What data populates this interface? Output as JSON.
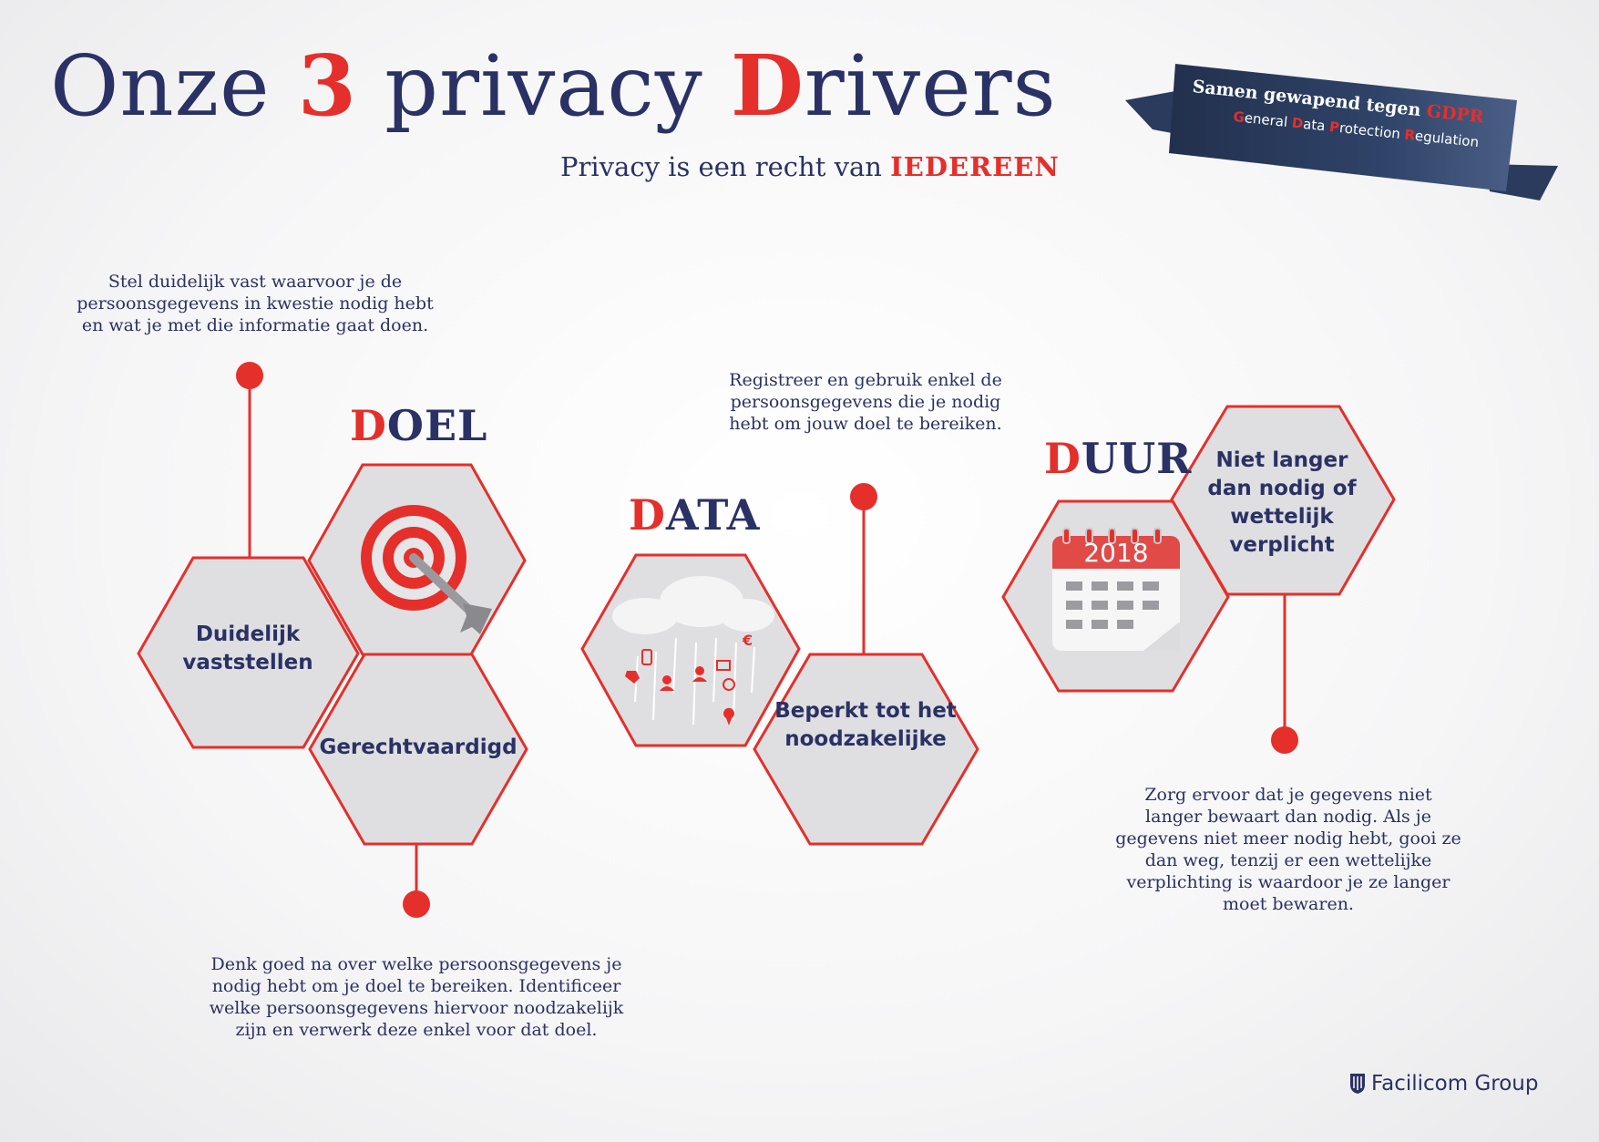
{
  "header": {
    "title_part1": "Onze ",
    "title_num": "3",
    "title_part2": " privacy ",
    "title_d": "D",
    "title_part3": "rivers",
    "subtitle_text": "Privacy is een recht van ",
    "subtitle_emph": "IEDEREEN"
  },
  "banner": {
    "line1_text": "Samen gewapend tegen ",
    "line1_emph": "GDPR",
    "line2": [
      {
        "letter": "G",
        "rest": "eneral "
      },
      {
        "letter": "D",
        "rest": "ata "
      },
      {
        "letter": "P",
        "rest": "rotection "
      },
      {
        "letter": "R",
        "rest": "egulation"
      }
    ]
  },
  "doel": {
    "heading_first": "D",
    "heading_rest": "OEL",
    "top_text": "Stel duidelijk vast waarvoor je de persoonsgegevens in kwestie nodig hebt en wat je met die informatie gaat doen.",
    "bottom_text": "Denk goed na over welke persoonsgegevens je nodig hebt om je doel te bereiken. Identificeer welke persoonsgegevens hiervoor noodzakelijk zijn en verwerk deze enkel voor dat doel.",
    "hex_left": "Duidelijk vaststellen",
    "hex_bottom": "Gerechtvaardigd"
  },
  "data": {
    "heading_first": "D",
    "heading_rest": "ATA",
    "top_text": "Registreer en gebruik enkel de persoonsgegevens die je nodig hebt om jouw doel te bereiken.",
    "hex_right": "Beperkt tot het noodzakelijke",
    "euro_symbol": "€"
  },
  "duur": {
    "heading_first": "D",
    "heading_rest": "UUR",
    "hex_right": "Niet langer dan nodig of wettelijk verplicht",
    "calendar_year": "2018",
    "bottom_text": "Zorg ervoor dat je gegevens niet langer bewaart dan nodig. Als je gegevens niet meer nodig hebt, gooi ze dan weg, tenzij er een wettelijke verplichting is waardoor je ze langer moet bewaren."
  },
  "footer": {
    "logo_text": "Facilicom Group"
  },
  "colors": {
    "navy": "#2a3164",
    "red": "#e52f2b",
    "hex_fill": "#dfdfe1",
    "banner": "#2b3a5c"
  }
}
